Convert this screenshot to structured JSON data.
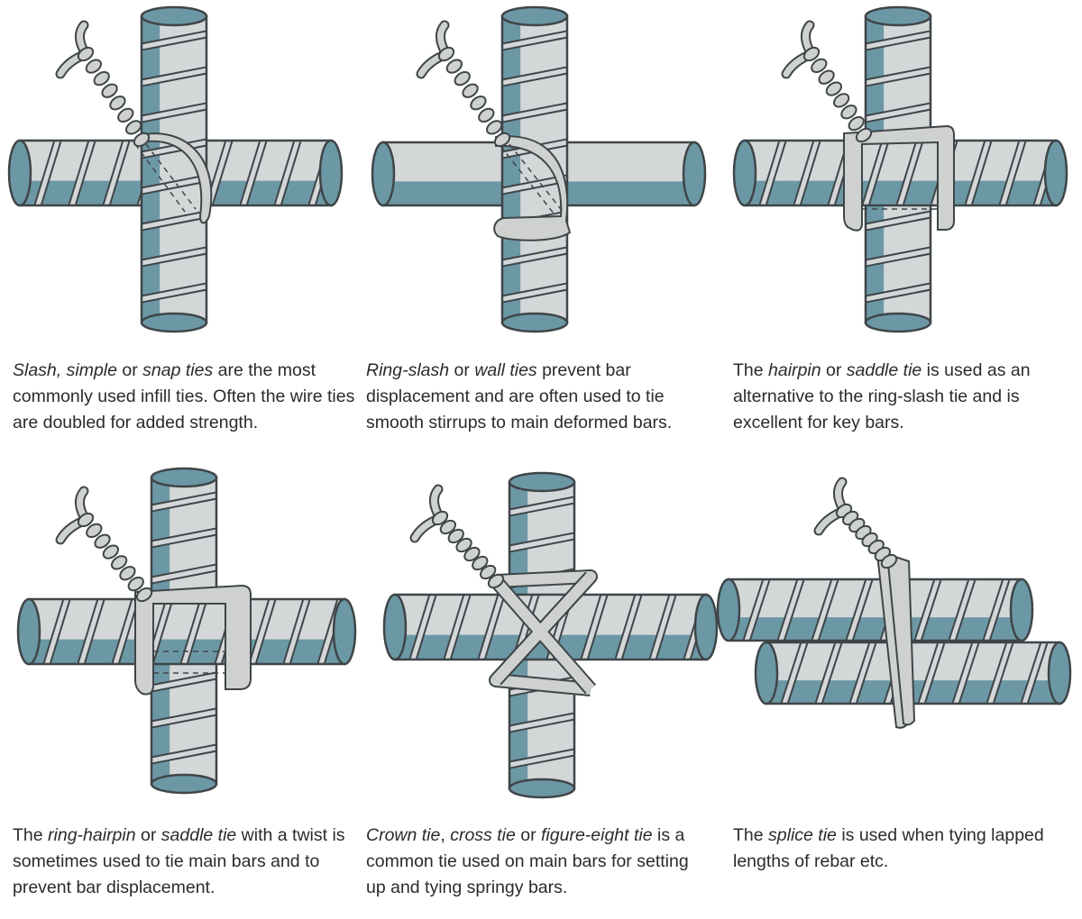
{
  "colors": {
    "bar_fill": "#d4d7d8",
    "bar_shadow": "#6c98a5",
    "bar_outline": "#3f4548",
    "wire_fill": "#cfd1d0",
    "background": "#ffffff"
  },
  "panels": [
    {
      "id": "slash-tie",
      "caption": [
        {
          "t": "Slash, simple",
          "i": true
        },
        {
          "t": " or ",
          "i": false
        },
        {
          "t": "snap ties",
          "i": true
        },
        {
          "t": " are the most commonly used infill ties. Often the wire ties are doubled for added strength.",
          "i": false
        }
      ]
    },
    {
      "id": "ring-slash-tie",
      "caption": [
        {
          "t": "Ring-slash",
          "i": true
        },
        {
          "t": " or ",
          "i": false
        },
        {
          "t": "wall ties",
          "i": true
        },
        {
          "t": " prevent bar displacement and are often used to tie smooth stirrups to main deformed bars.",
          "i": false
        }
      ]
    },
    {
      "id": "hairpin-tie",
      "caption": [
        {
          "t": "The ",
          "i": false
        },
        {
          "t": "hairpin",
          "i": true
        },
        {
          "t": " or ",
          "i": false
        },
        {
          "t": "saddle tie",
          "i": true
        },
        {
          "t": " is used as an alternative to the ring-slash tie and is excellent for key bars.",
          "i": false
        }
      ]
    },
    {
      "id": "ring-hairpin-tie",
      "caption": [
        {
          "t": "The ",
          "i": false
        },
        {
          "t": "ring-hairpin",
          "i": true
        },
        {
          "t": " or ",
          "i": false
        },
        {
          "t": "saddle tie",
          "i": true
        },
        {
          "t": " with a twist is sometimes used to tie main bars and to prevent bar displacement.",
          "i": false
        }
      ]
    },
    {
      "id": "crown-tie",
      "caption": [
        {
          "t": "Crown tie",
          "i": true
        },
        {
          "t": ", ",
          "i": false
        },
        {
          "t": "cross tie",
          "i": true
        },
        {
          "t": " or ",
          "i": false
        },
        {
          "t": "figure-eight tie",
          "i": true
        },
        {
          "t": " is a common tie used on main bars for setting up and tying springy bars.",
          "i": false
        }
      ]
    },
    {
      "id": "splice-tie",
      "caption": [
        {
          "t": "The ",
          "i": false
        },
        {
          "t": "splice tie",
          "i": true
        },
        {
          "t": " is used when tying lapped lengths of rebar etc.",
          "i": false
        }
      ]
    }
  ]
}
